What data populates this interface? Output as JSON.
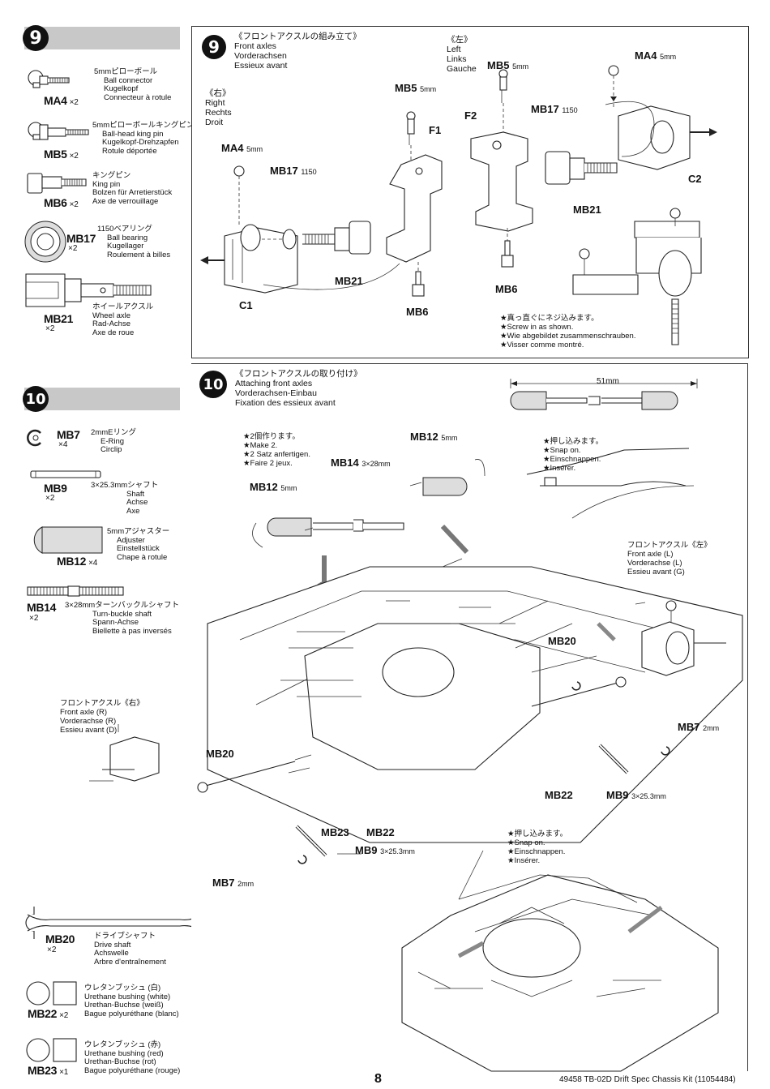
{
  "steps": {
    "s9": {
      "number": "9"
    },
    "s10": {
      "number": "10"
    }
  },
  "parts9": [
    {
      "code": "MA4",
      "qty": "×2",
      "jp": "5mmピローボール",
      "lines": [
        "Ball connector",
        "Kugelkopf",
        "Connecteur à rotule"
      ]
    },
    {
      "code": "MB5",
      "qty": "×2",
      "jp": "5mmピローボールキングピン",
      "lines": [
        "Ball-head king pin",
        "Kugelkopf-Drehzapfen",
        "Rotule déportée"
      ]
    },
    {
      "code": "MB6",
      "qty": "×2",
      "jp": "キングピン",
      "lines": [
        "King pin",
        "Bolzen für Arretierstück",
        "Axe de verrouillage"
      ]
    },
    {
      "code": "MB17",
      "qty": "×2",
      "jp": "1150ベアリング",
      "lines": [
        "Ball bearing",
        "Kugellager",
        "Roulement à billes"
      ]
    },
    {
      "code": "MB21",
      "qty": "×2",
      "jp": "ホイールアクスル",
      "lines": [
        "Wheel axle",
        "Rad-Achse",
        "Axe de roue"
      ]
    }
  ],
  "parts10": [
    {
      "code": "MB7",
      "qty": "×4",
      "jp": "2mmEリング",
      "lines": [
        "E-Ring",
        "Circlip"
      ]
    },
    {
      "code": "MB9",
      "qty": "×2",
      "jp": "3×25.3mmシャフト",
      "lines": [
        "Shaft",
        "Achse",
        "Axe"
      ]
    },
    {
      "code": "MB12",
      "qty": "×4",
      "jp": "5mmアジャスター",
      "lines": [
        "Adjuster",
        "Einstellstück",
        "Chape à rotule"
      ]
    },
    {
      "code": "MB14",
      "qty": "×2",
      "jp": "3×28mmターンバックルシャフト",
      "lines": [
        "Turn-buckle shaft",
        "Spann-Achse",
        "Biellette à pas inversés"
      ]
    },
    {
      "code": "MB20",
      "qty": "×2",
      "jp": "ドライブシャフト",
      "lines": [
        "Drive shaft",
        "Achswelle",
        "Arbre d'entraînement"
      ]
    },
    {
      "code": "MB22",
      "qty": "×2",
      "jp": "ウレタンブッシュ (白)",
      "lines": [
        "Urethane bushing (white)",
        "Urethan-Buchse (weiß)",
        "Bague polyuréthane (blanc)"
      ]
    },
    {
      "code": "MB23",
      "qty": "×1",
      "jp": "ウレタンブッシュ (赤)",
      "lines": [
        "Urethane bushing (red)",
        "Urethan-Buchse (rot)",
        "Bague polyuréthane (rouge)"
      ]
    }
  ],
  "panel9": {
    "title_jp": "《フロントアクスルの組み立て》",
    "title_en": "Front axles",
    "title_de": "Vorderachsen",
    "title_fr": "Essieux avant",
    "right_jp": "《右》",
    "right_en": "Right",
    "right_de": "Rechts",
    "right_fr": "Droit",
    "left_jp": "《左》",
    "left_en": "Left",
    "left_de": "Links",
    "left_fr": "Gauche",
    "labels": {
      "ma4": "MA4",
      "ma4_size": "5mm",
      "mb5": "MB5",
      "mb5_size": "5mm",
      "mb17": "MB17",
      "mb17_size": "1150",
      "mb21": "MB21",
      "mb6": "MB6",
      "c1": "C1",
      "c2": "C2",
      "f1": "F1",
      "f2": "F2"
    },
    "note": [
      "★真っ直ぐにネジ込みます。",
      "★Screw in as shown.",
      "★Wie abgebildet zusammenschrauben.",
      "★Visser comme montré."
    ]
  },
  "panel10": {
    "title_jp": "《フロントアクスルの取り付け》",
    "title_en": "Attaching front axles",
    "title_de": "Vorderachsen-Einbau",
    "title_fr": "Fixation des essieux avant",
    "make2": [
      "★2個作ります。",
      "★Make 2.",
      "★2 Satz anfertigen.",
      "★Faire 2 jeux."
    ],
    "snap": [
      "★押し込みます。",
      "★Snap on.",
      "★Einschnappen.",
      "★Insérer."
    ],
    "length": "51mm",
    "front_left": [
      "フロントアクスル《左》",
      "Front axle (L)",
      "Vorderachse (L)",
      "Essieu avant (G)"
    ],
    "front_right": [
      "フロントアクスル《右》",
      "Front axle (R)",
      "Vorderachse (R)",
      "Essieu avant (D)"
    ],
    "labels": {
      "mb12": "MB12",
      "mb12_size": "5mm",
      "mb14": "MB14",
      "mb14_size": "3×28mm",
      "mb20": "MB20",
      "mb7": "MB7",
      "mb7_size": "2mm",
      "mb9": "MB9",
      "mb9_size": "3×25.3mm",
      "mb22": "MB22",
      "mb23": "MB23"
    }
  },
  "footer": {
    "page": "8",
    "text": "49458  TB-02D Drift Spec Chassis Kit (11054484)"
  }
}
